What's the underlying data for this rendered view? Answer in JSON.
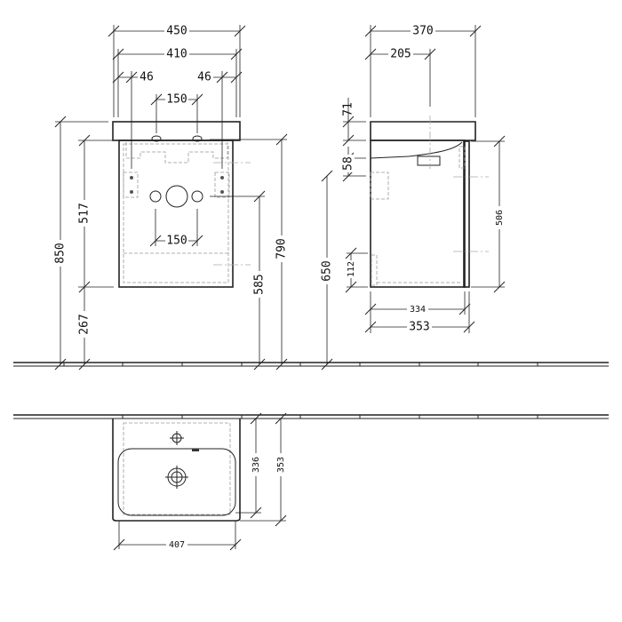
{
  "front_view": {
    "width_overall": "450",
    "width_cabinet": "410",
    "offset_left": "46",
    "offset_right": "46",
    "tap_spacing": "150",
    "hole_spacing": "150",
    "height_overall": "850",
    "cabinet_height": "517",
    "floor_clearance": "267",
    "height_basin_underside": "790",
    "height_waste": "585"
  },
  "side_view": {
    "depth_overall": "370",
    "depth_tap": "205",
    "basin_thickness": "71",
    "siphon_offset": "58",
    "height_bracket": "650",
    "plinth": "112",
    "cabinet_height": "506",
    "depth_inner": "334",
    "depth_cabinet": "353"
  },
  "plan_view": {
    "depth_inner": "336",
    "depth_cabinet": "353",
    "width_bowl": "407"
  }
}
